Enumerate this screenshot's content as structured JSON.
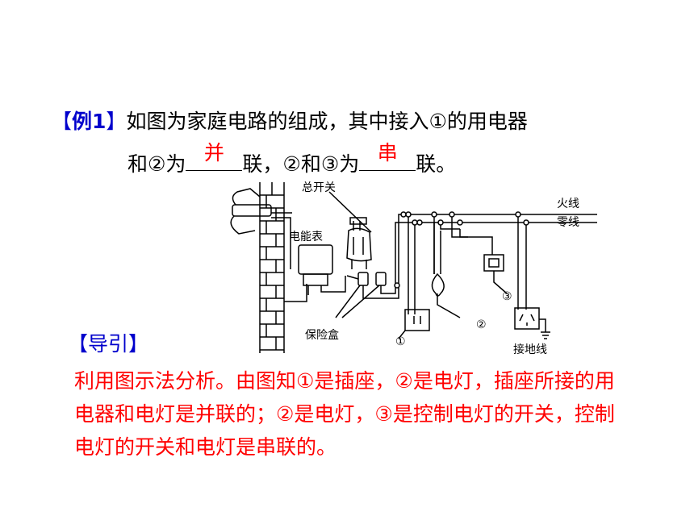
{
  "question": {
    "tag_open": "【",
    "tag_label": "例1",
    "tag_close": "】",
    "line1": "如图为家庭电路的组成，其中接入①的用电器",
    "line2_a": "和②为",
    "answer1": "并",
    "line2_b": "联，②和③为",
    "answer2": "串",
    "line2_c": "联。"
  },
  "diagram": {
    "main_switch": "总开关",
    "meter": "电能表",
    "fuse_box": "保险盒",
    "live_wire": "火线",
    "neutral_wire": "零线",
    "ground_wire": "接地线",
    "mark1": "①",
    "mark2": "②",
    "mark3": "③"
  },
  "guide": {
    "heading": "【导引】",
    "text": "利用图示法分析。由图知①是插座，②是电灯，插座所接的用电器和电灯是并联的；②是电灯，③是控制电灯的开关，控制电灯的开关和电灯是串联的。"
  },
  "colors": {
    "tag": "#0000cc",
    "answer": "#ff0000",
    "guide": "#ff0000"
  }
}
